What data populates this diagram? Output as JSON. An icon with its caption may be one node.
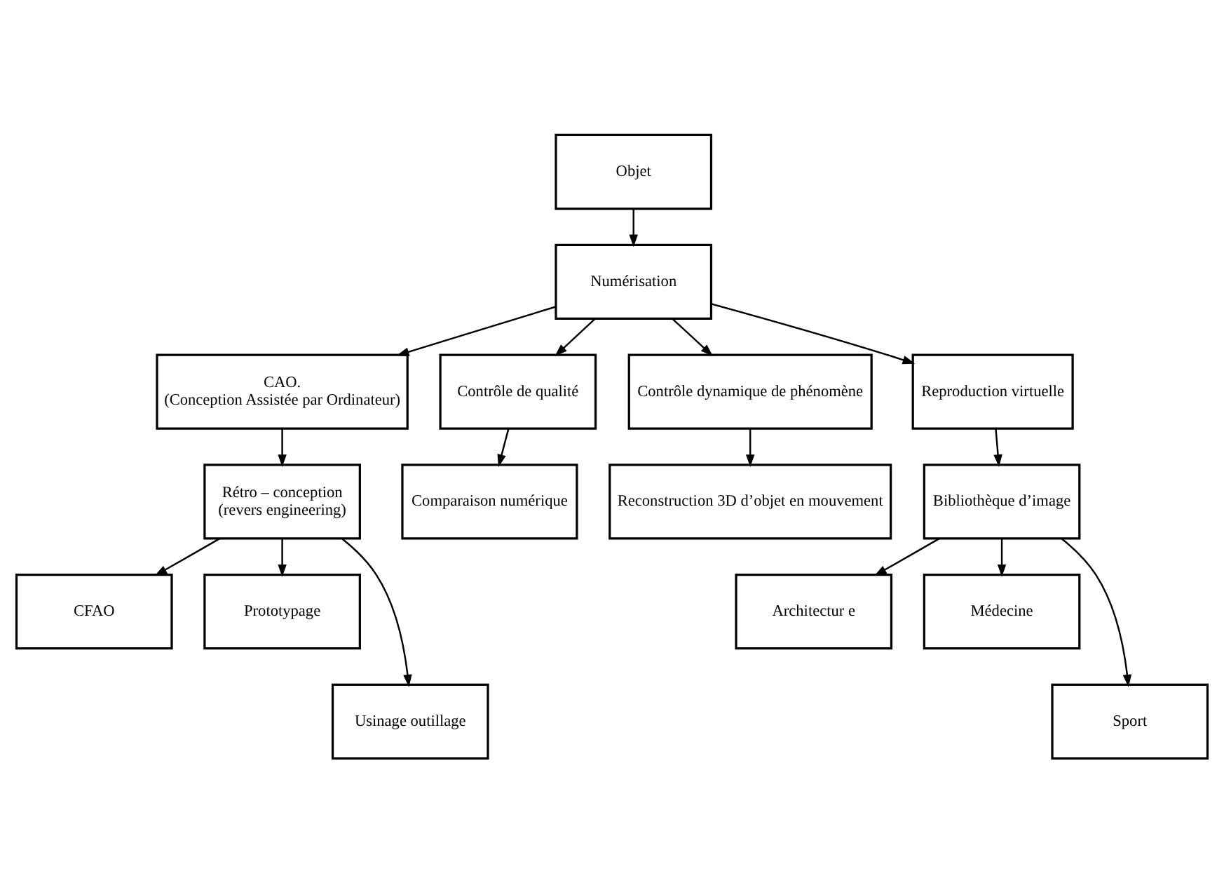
{
  "diagram": {
    "nodes": [
      {
        "text": [
          "Objet"
        ]
      },
      {
        "text": [
          "Numérisation"
        ]
      },
      {
        "text": [
          "CAO.",
          "(Conception Assistée par Ordinateur)"
        ]
      },
      {
        "text": [
          "Contrôle de qualité"
        ]
      },
      {
        "text": [
          "Contrôle dynamique de phénomène"
        ]
      },
      {
        "text": [
          "Reproduction virtuelle"
        ]
      },
      {
        "text": [
          "Rétro – conception",
          "(revers engineering)"
        ]
      },
      {
        "text": [
          "Comparaison numérique"
        ]
      },
      {
        "text": [
          "Reconstruction 3D d’objet en mouvement"
        ]
      },
      {
        "text": [
          "Bibliothèque d’image"
        ]
      },
      {
        "text": [
          "CFAO"
        ]
      },
      {
        "text": [
          "Prototypage"
        ]
      },
      {
        "text": [
          "Usinage outillage"
        ]
      },
      {
        "text": [
          "Architectur e"
        ]
      },
      {
        "text": [
          "Médecine"
        ]
      },
      {
        "text": [
          "Sport"
        ]
      }
    ],
    "edges": [
      {
        "from": 0,
        "to": 1,
        "arrow": "to"
      },
      {
        "from": 1,
        "to": 2,
        "arrow": "to"
      },
      {
        "from": 1,
        "to": 3,
        "arrow": "to"
      },
      {
        "from": 1,
        "to": 4,
        "arrow": "to"
      },
      {
        "from": 1,
        "to": 5,
        "arrow": "to"
      },
      {
        "from": 2,
        "to": 6,
        "arrow": "to"
      },
      {
        "from": 3,
        "to": 7,
        "arrow": "to"
      },
      {
        "from": 4,
        "to": 8,
        "arrow": "to"
      },
      {
        "from": 5,
        "to": 9,
        "arrow": "to"
      },
      {
        "from": 6,
        "to": 10,
        "arrow": "to"
      },
      {
        "from": 6,
        "to": 11,
        "arrow": "to"
      },
      {
        "from": 6,
        "to": 12,
        "arrow": "to"
      },
      {
        "from": 9,
        "to": 13,
        "arrow": "to"
      },
      {
        "from": 9,
        "to": 14,
        "arrow": "to"
      },
      {
        "from": 9,
        "to": 15,
        "arrow": "to"
      }
    ]
  }
}
